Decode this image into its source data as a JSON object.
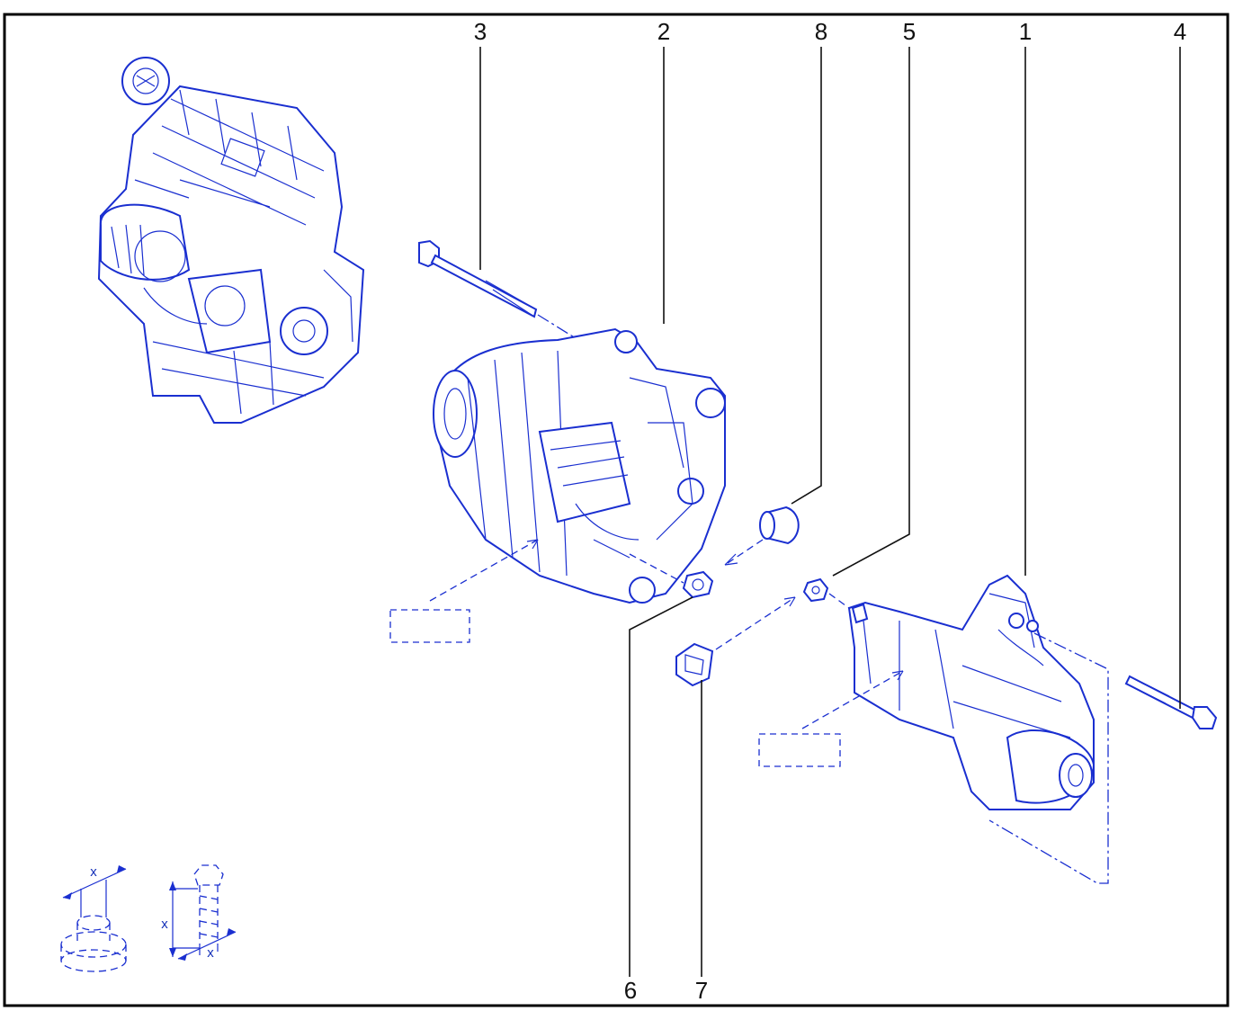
{
  "callouts": [
    {
      "id": "callout-1",
      "text": "1"
    },
    {
      "id": "callout-2",
      "text": "2"
    },
    {
      "id": "callout-3",
      "text": "3"
    },
    {
      "id": "callout-4",
      "text": "4"
    },
    {
      "id": "callout-5",
      "text": "5"
    },
    {
      "id": "callout-6",
      "text": "6"
    },
    {
      "id": "callout-7",
      "text": "7"
    },
    {
      "id": "callout-8",
      "text": "8"
    }
  ],
  "dimension_symbols": {
    "nut_dim": "x",
    "bolt_dim_length": "x",
    "bolt_dim_width": "x"
  },
  "colors": {
    "line_art": "#1a2fd0",
    "callout_text": "#111111",
    "frame": "#000000",
    "background": "#ffffff"
  }
}
